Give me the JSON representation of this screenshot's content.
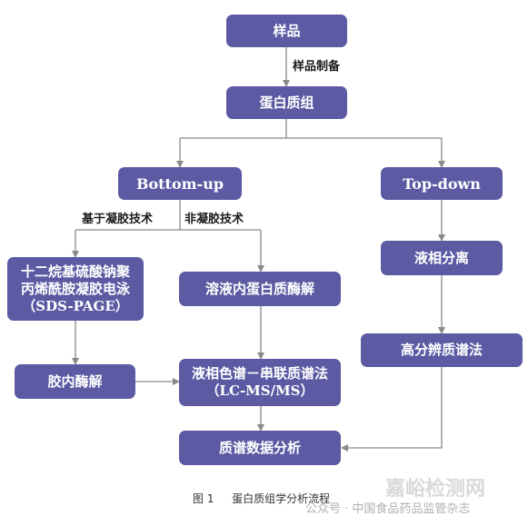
{
  "nodes": {
    "sample": "样品",
    "proteome": "蛋白质组",
    "bottom_up": "Bottom-up",
    "top_down": "Top-down",
    "sds_page": [
      "十二烷基硫酸钠聚",
      "丙烯酰胺凝胶电泳",
      "（SDS-PAGE）"
    ],
    "solution_digest": "溶液内蛋白质酶解",
    "liquid_separation": "液相分离",
    "in_gel_digest": "胶内酶解",
    "lc_ms": [
      "液相色谱－串联质谱法",
      "（LC-MS/MS）"
    ],
    "high_res_ms": "高分辨质谱法",
    "ms_analysis": "质谱数据分析"
  },
  "edge_labels": {
    "sample_prep": "样品制备",
    "gel_based": "基于凝胶技术",
    "gel_free": "非凝胶技术"
  },
  "caption": {
    "fig_no": "图 1",
    "text": "蛋白质组学分析流程"
  },
  "watermark": {
    "account": "公众号 · 中国食品药品监管杂志",
    "site": "嘉峪检测网"
  },
  "colors": {
    "box": "#5b5aa3",
    "line": "#8a8a8a"
  }
}
